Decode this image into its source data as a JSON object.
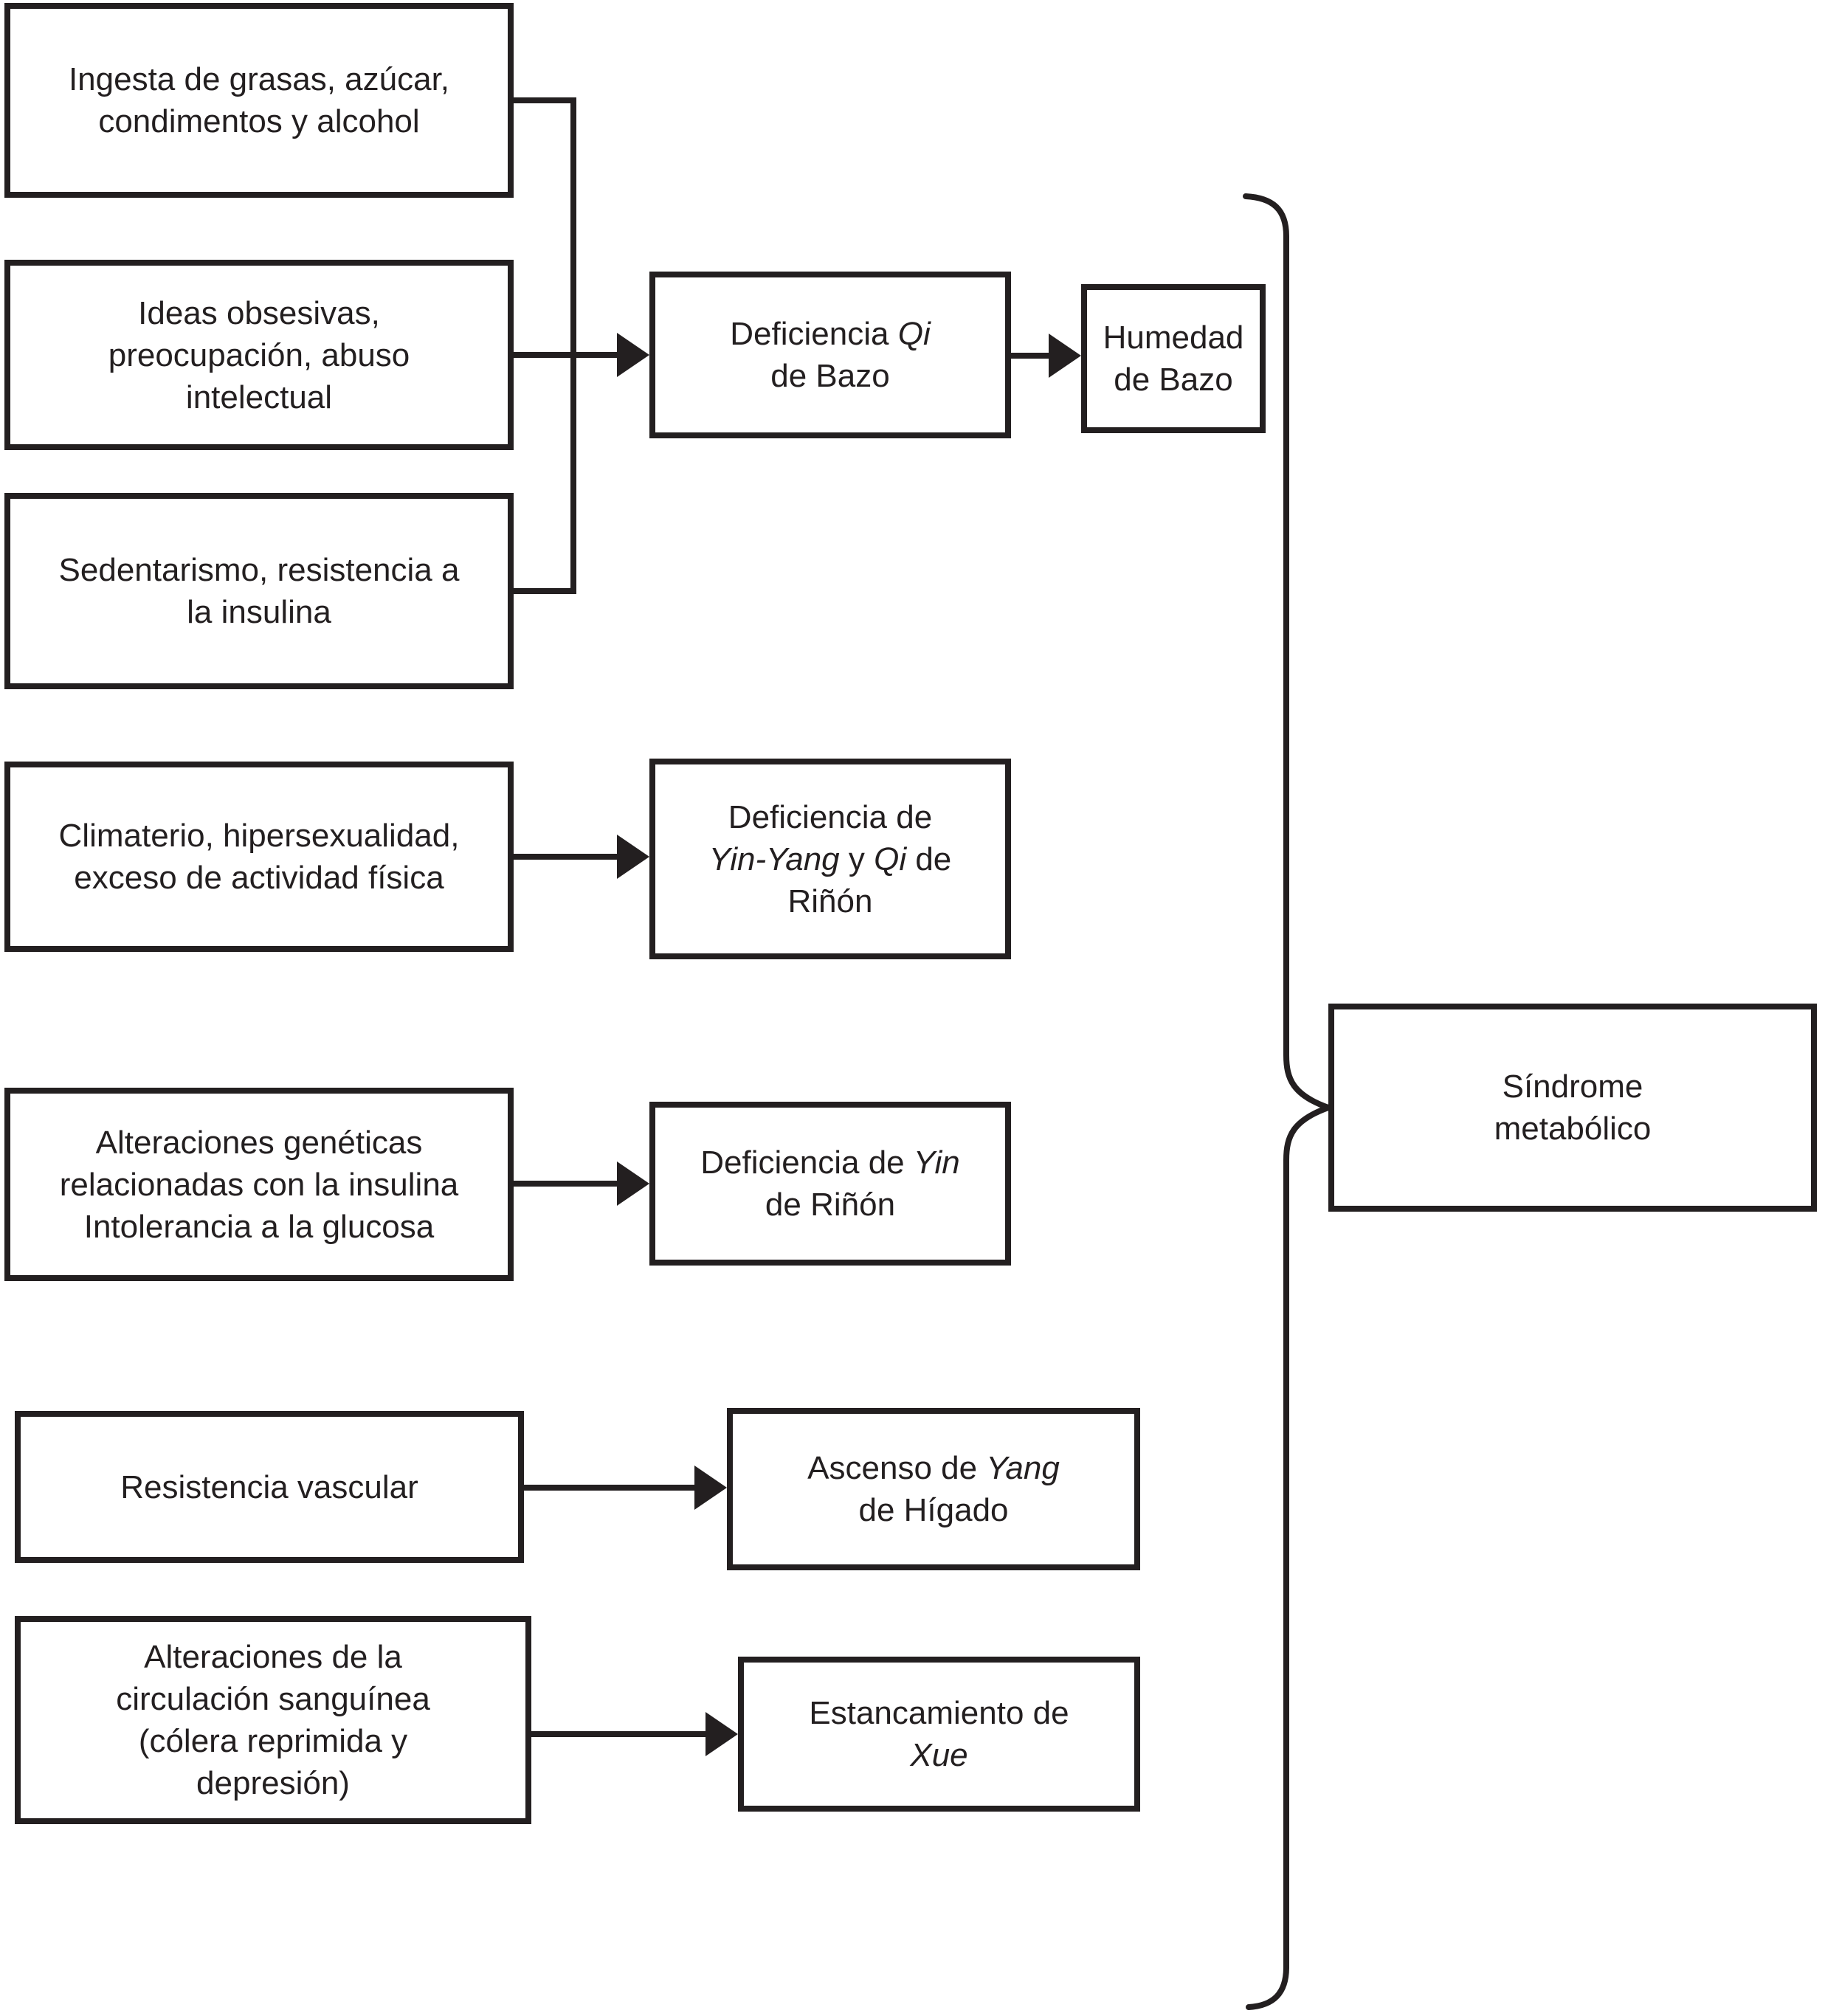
{
  "colors": {
    "ink": "#231f20",
    "background": "#ffffff"
  },
  "boxes": {
    "ingesta": {
      "label_segments": [
        {
          "text": "Ingesta de grasas, azúcar,\ncondimentos y alcohol",
          "italic": false
        }
      ]
    },
    "ideas": {
      "label_segments": [
        {
          "text": "Ideas obsesivas,\npreocupación, abuso\nintelectual",
          "italic": false
        }
      ]
    },
    "sedentarismo": {
      "label_segments": [
        {
          "text": "Sedentarismo, resistencia a\nla insulina",
          "italic": false
        }
      ]
    },
    "climaterio": {
      "label_segments": [
        {
          "text": "Climaterio, hipersexualidad,\nexceso de actividad física",
          "italic": false
        }
      ]
    },
    "geneticas": {
      "label_segments": [
        {
          "text": "Alteraciones genéticas\nrelacionadas con la insulina\nIntolerancia a la glucosa",
          "italic": false
        }
      ]
    },
    "resistencia": {
      "label_segments": [
        {
          "text": "Resistencia vascular",
          "italic": false
        }
      ]
    },
    "circulacion": {
      "label_segments": [
        {
          "text": "Alteraciones de la\ncirculación sanguínea\n(cólera reprimida y\ndepresión)",
          "italic": false
        }
      ]
    },
    "def_qi_bazo": {
      "label_segments": [
        {
          "text": "Deficiencia ",
          "italic": false
        },
        {
          "text": "Qi",
          "italic": true
        },
        {
          "text": "\nde Bazo",
          "italic": false
        }
      ]
    },
    "def_yinyang_qi_rinon": {
      "label_segments": [
        {
          "text": "Deficiencia de\n",
          "italic": false
        },
        {
          "text": "Yin-Yang",
          "italic": true
        },
        {
          "text": " y ",
          "italic": false
        },
        {
          "text": "Qi",
          "italic": true
        },
        {
          "text": " de\nRiñón",
          "italic": false
        }
      ]
    },
    "def_yin_rinon": {
      "label_segments": [
        {
          "text": "Deficiencia de ",
          "italic": false
        },
        {
          "text": "Yin",
          "italic": true
        },
        {
          "text": "\nde Riñón",
          "italic": false
        }
      ]
    },
    "ascenso_yang_higado": {
      "label_segments": [
        {
          "text": "Ascenso de ",
          "italic": false
        },
        {
          "text": "Yang",
          "italic": true
        },
        {
          "text": "\nde Hígado",
          "italic": false
        }
      ]
    },
    "estancamiento_xue": {
      "label_segments": [
        {
          "text": "Estancamiento de\n",
          "italic": false
        },
        {
          "text": "Xue",
          "italic": true
        }
      ]
    },
    "humedad_bazo": {
      "label_segments": [
        {
          "text": "Humedad\nde Bazo",
          "italic": false
        }
      ]
    },
    "sindrome_metabolico": {
      "label_segments": [
        {
          "text": "Síndrome\nmetabólico",
          "italic": false
        }
      ]
    }
  }
}
